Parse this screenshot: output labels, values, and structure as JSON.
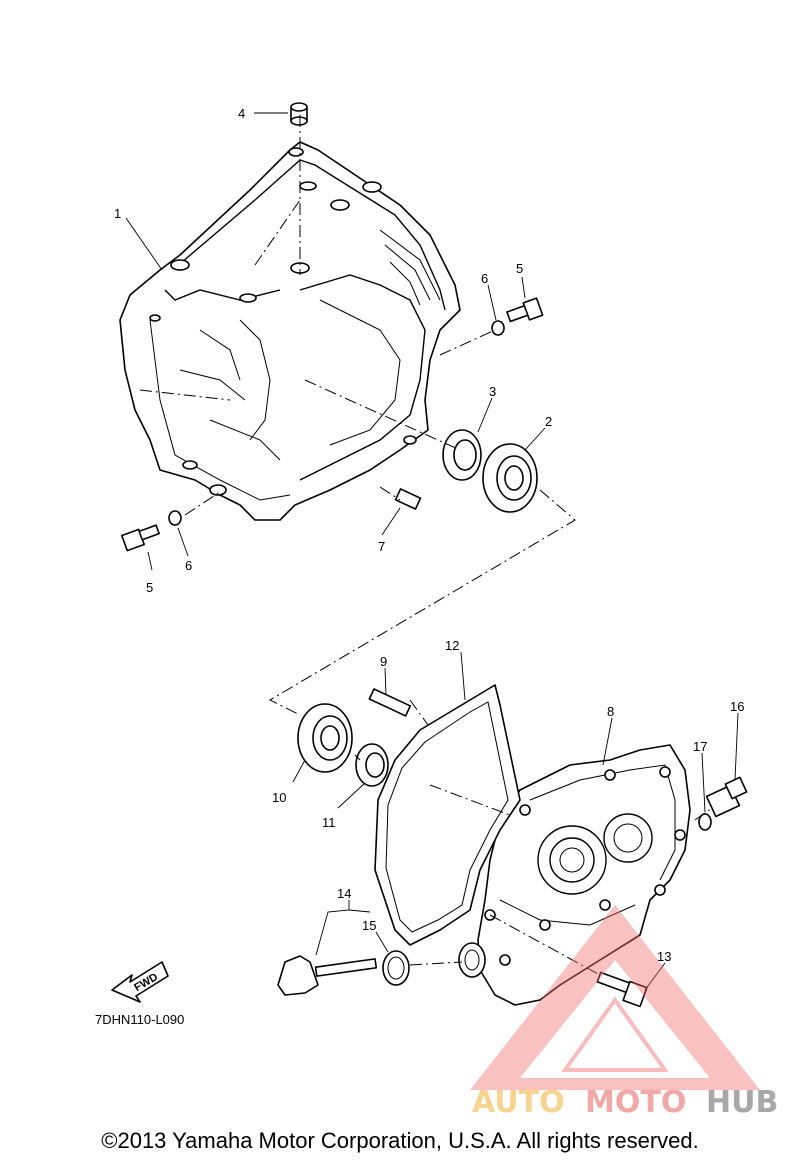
{
  "diagram": {
    "callouts": {
      "c1": "1",
      "c2": "2",
      "c3": "3",
      "c4": "4",
      "c5a": "5",
      "c5b": "5",
      "c6a": "6",
      "c6b": "6",
      "c7": "7",
      "c8": "8",
      "c9": "9",
      "c10": "10",
      "c11": "11",
      "c12": "12",
      "c13": "13",
      "c14": "14",
      "c15": "15",
      "c16": "16",
      "c17": "17"
    },
    "fwd_label": "FWD",
    "diagram_code": "7DHN110-L090"
  },
  "watermark": {
    "part1": "AUTO",
    "part2": "MOTO",
    "part3": "HUB",
    "colors": {
      "auto": "#f5c66b",
      "moto": "#f08c8c",
      "hub": "#8c8c8c",
      "triangle": "#f26a6a"
    }
  },
  "footer": {
    "copyright": "©2013 Yamaha Motor Corporation, U.S.A. All rights reserved."
  }
}
